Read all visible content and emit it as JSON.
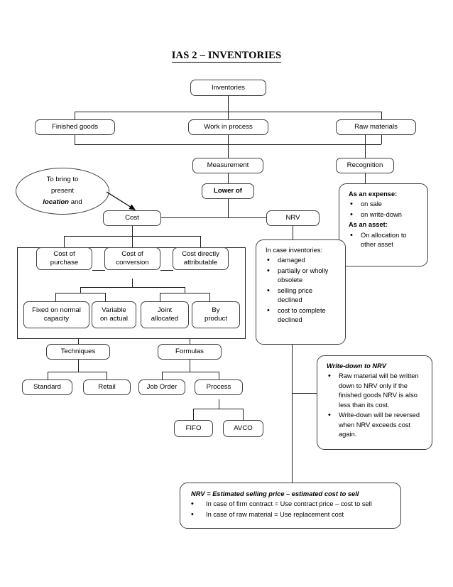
{
  "title": "IAS 2 – INVENTORIES",
  "nodes": {
    "inventories": "Inventories",
    "finished_goods": "Finished goods",
    "work_in_process": "Work in process",
    "raw_materials": "Raw materials",
    "measurement": "Measurement",
    "recognition": "Recognition",
    "lower_of": "Lower of",
    "cost": "Cost",
    "nrv": "NRV",
    "cost_of_purchase_l1": "Cost of",
    "cost_of_purchase_l2": "purchase",
    "cost_of_conversion_l1": "Cost of",
    "cost_of_conversion_l2": "conversion",
    "cost_directly_attributable_l1": "Cost directly",
    "cost_directly_attributable_l2": "attributable",
    "fixed_on_normal_l1": "Fixed on normal",
    "fixed_on_normal_l2": "capacity",
    "variable_l1": "Variable",
    "variable_l2": "on actual",
    "joint_l1": "Joint",
    "joint_l2": "allocated",
    "byproduct_l1": "By",
    "byproduct_l2": "product",
    "techniques": "Techniques",
    "formulas": "Formulas",
    "standard": "Standard",
    "retail": "Retail",
    "job_order": "Job Order",
    "process": "Process",
    "fifo": "FIFO",
    "avco": "AVCO"
  },
  "ellipse": {
    "line1": "To bring to",
    "line2": "present",
    "line3_em": "location",
    "line3_rest": " and"
  },
  "recognition_box": {
    "expense_header": "As an expense:",
    "expense_items": [
      "on sale",
      "on write-down"
    ],
    "asset_header": "As an asset:",
    "asset_items": [
      "On allocation to other asset"
    ]
  },
  "nrv_cases_box": {
    "header": "In case inventories:",
    "items": [
      "damaged",
      "partially or wholly obsolete",
      "selling price declined",
      "cost to complete declined"
    ]
  },
  "writedown_box": {
    "header": "Write-down to NRV",
    "items": [
      "Raw material will be written down to NRV only if the finished goods NRV is also less than its cost.",
      "Write-down will be reversed when NRV exceeds cost again."
    ]
  },
  "nrv_formula_box": {
    "header": "NRV = Estimated selling price – estimated cost to sell",
    "items": [
      "In case of firm contract = Use contract price – cost to sell",
      "In case of raw material = Use replacement cost"
    ]
  },
  "colors": {
    "line": "#231f20",
    "box_border": "#3f3f3f",
    "background": "#ffffff"
  }
}
